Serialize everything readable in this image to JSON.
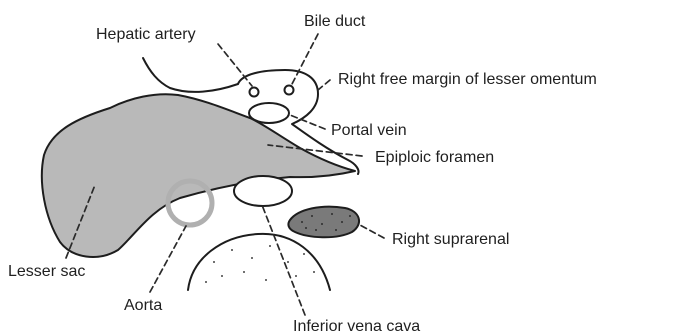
{
  "labels": {
    "hepatic_artery": "Hepatic artery",
    "bile_duct": "Bile duct",
    "right_free_margin": "Right free margin of lesser omentum",
    "portal_vein": "Portal vein",
    "epiploic_foramen": "Epiploic foramen",
    "right_suprarenal": "Right suprarenal",
    "lesser_sac": "Lesser sac",
    "aorta": "Aorta",
    "inferior_vena_cava": "Inferior vena cava"
  },
  "colors": {
    "outline": "#1d1d1d",
    "lesser_sac_fill": "#b9b9b9",
    "aorta_ring": "#b0b0b0",
    "suprarenal_fill": "#7a7a7a",
    "background": "#ffffff"
  }
}
